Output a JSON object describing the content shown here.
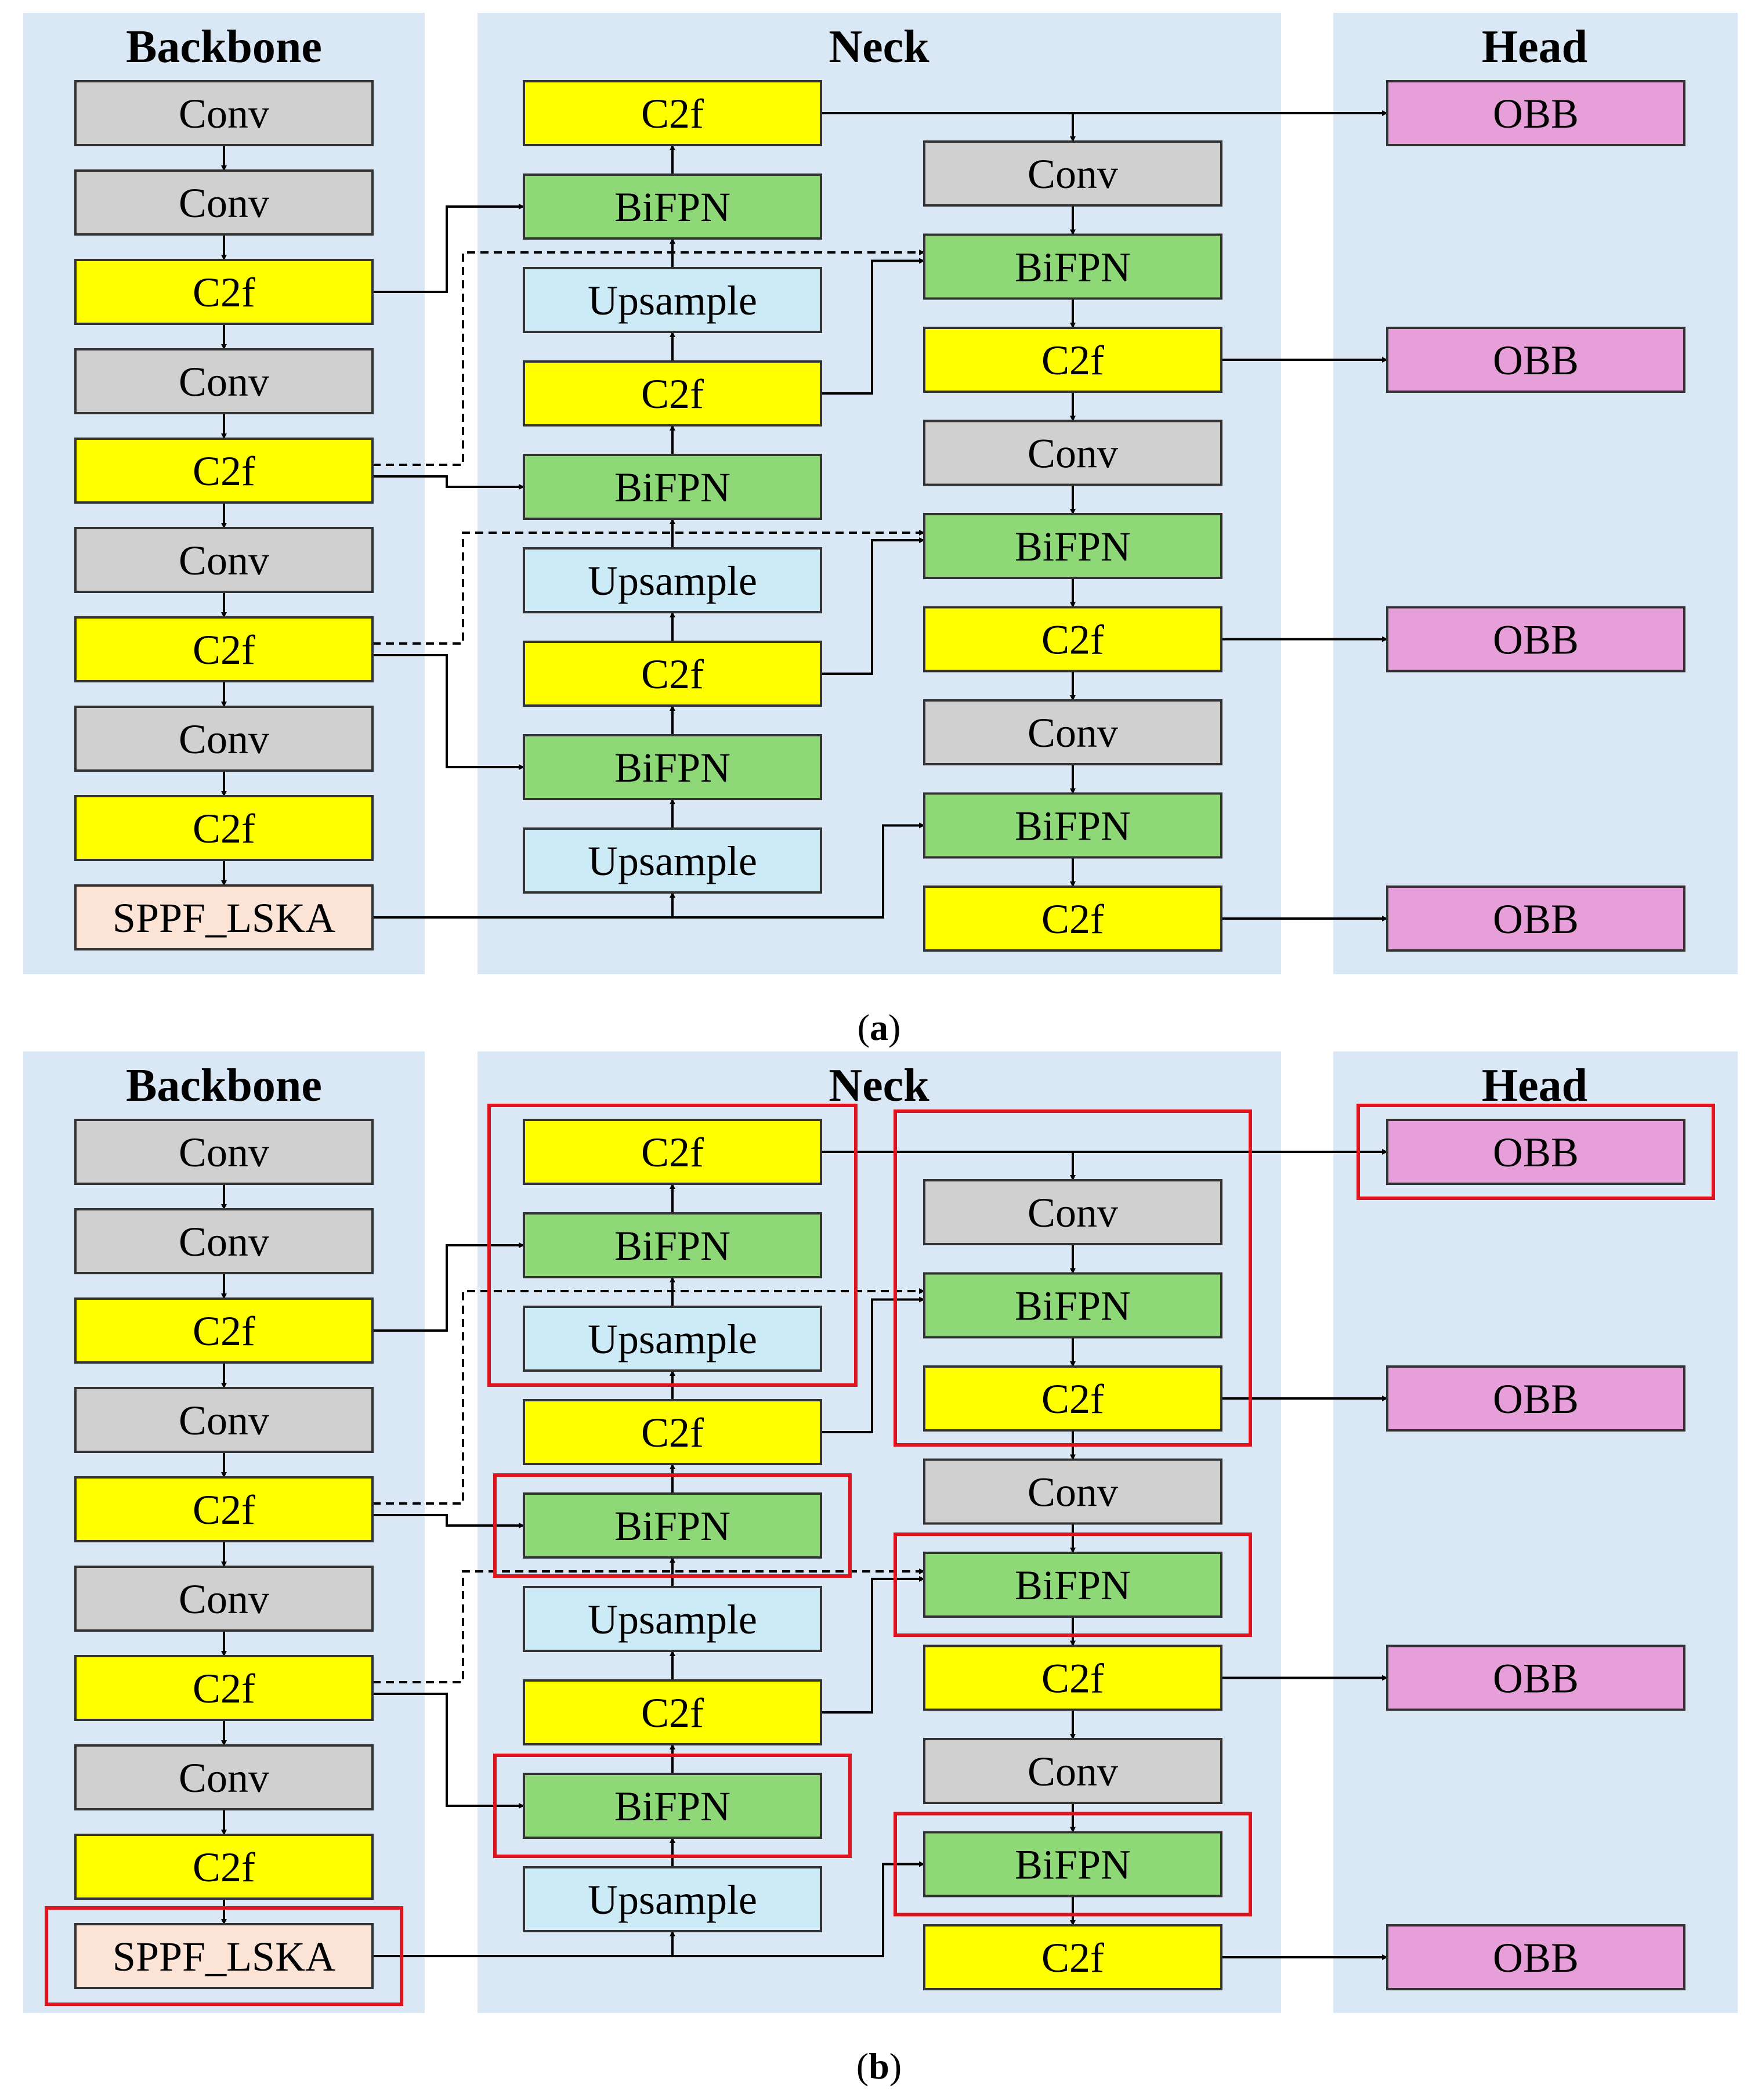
{
  "colors": {
    "panel": "#dae7f5",
    "Conv": "#d0d0d0",
    "C2f": "#ffff00",
    "BiFPN": "#8ed878",
    "Upsample": "#cdeaf7",
    "SPPF_LSKA": "#fbe3d6",
    "OBB": "#e69fd8",
    "highlight": "#e0141c"
  },
  "diagrams": [
    {
      "caption": {
        "open": "(",
        "letter": "a",
        "close": ")"
      },
      "sections": {
        "backbone": "Backbone",
        "neck": "Neck",
        "head": "Head"
      },
      "backbone": [
        "Conv",
        "Conv",
        "C2f",
        "Conv",
        "C2f",
        "Conv",
        "C2f",
        "Conv",
        "C2f",
        "SPPF_LSKA"
      ],
      "neck_left": [
        "C2f",
        "BiFPN",
        "Upsample",
        "C2f",
        "BiFPN",
        "Upsample",
        "C2f",
        "BiFPN",
        "Upsample"
      ],
      "neck_right": [
        "Conv",
        "BiFPN",
        "C2f",
        "Conv",
        "BiFPN",
        "C2f",
        "Conv",
        "BiFPN",
        "C2f"
      ],
      "head": [
        "OBB",
        "OBB",
        "OBB",
        "OBB"
      ]
    },
    {
      "caption": {
        "open": "(",
        "letter": "b",
        "close": ")"
      },
      "sections": {
        "backbone": "Backbone",
        "neck": "Neck",
        "head": "Head"
      },
      "backbone": [
        "Conv",
        "Conv",
        "C2f",
        "Conv",
        "C2f",
        "Conv",
        "C2f",
        "Conv",
        "C2f",
        "SPPF_LSKA"
      ],
      "neck_left": [
        "C2f",
        "BiFPN",
        "Upsample",
        "C2f",
        "BiFPN",
        "Upsample",
        "C2f",
        "BiFPN",
        "Upsample"
      ],
      "neck_right": [
        "Conv",
        "BiFPN",
        "C2f",
        "Conv",
        "BiFPN",
        "C2f",
        "Conv",
        "BiFPN",
        "C2f"
      ],
      "head": [
        "OBB",
        "OBB",
        "OBB",
        "OBB"
      ],
      "highlighted": [
        "neck-left-top-group",
        "neck-left-bifpn-2",
        "neck-left-bifpn-3",
        "neck-right-top-group",
        "neck-right-bifpn-2",
        "neck-right-bifpn-3",
        "head-obb-1",
        "backbone-sppf-lska"
      ]
    }
  ]
}
